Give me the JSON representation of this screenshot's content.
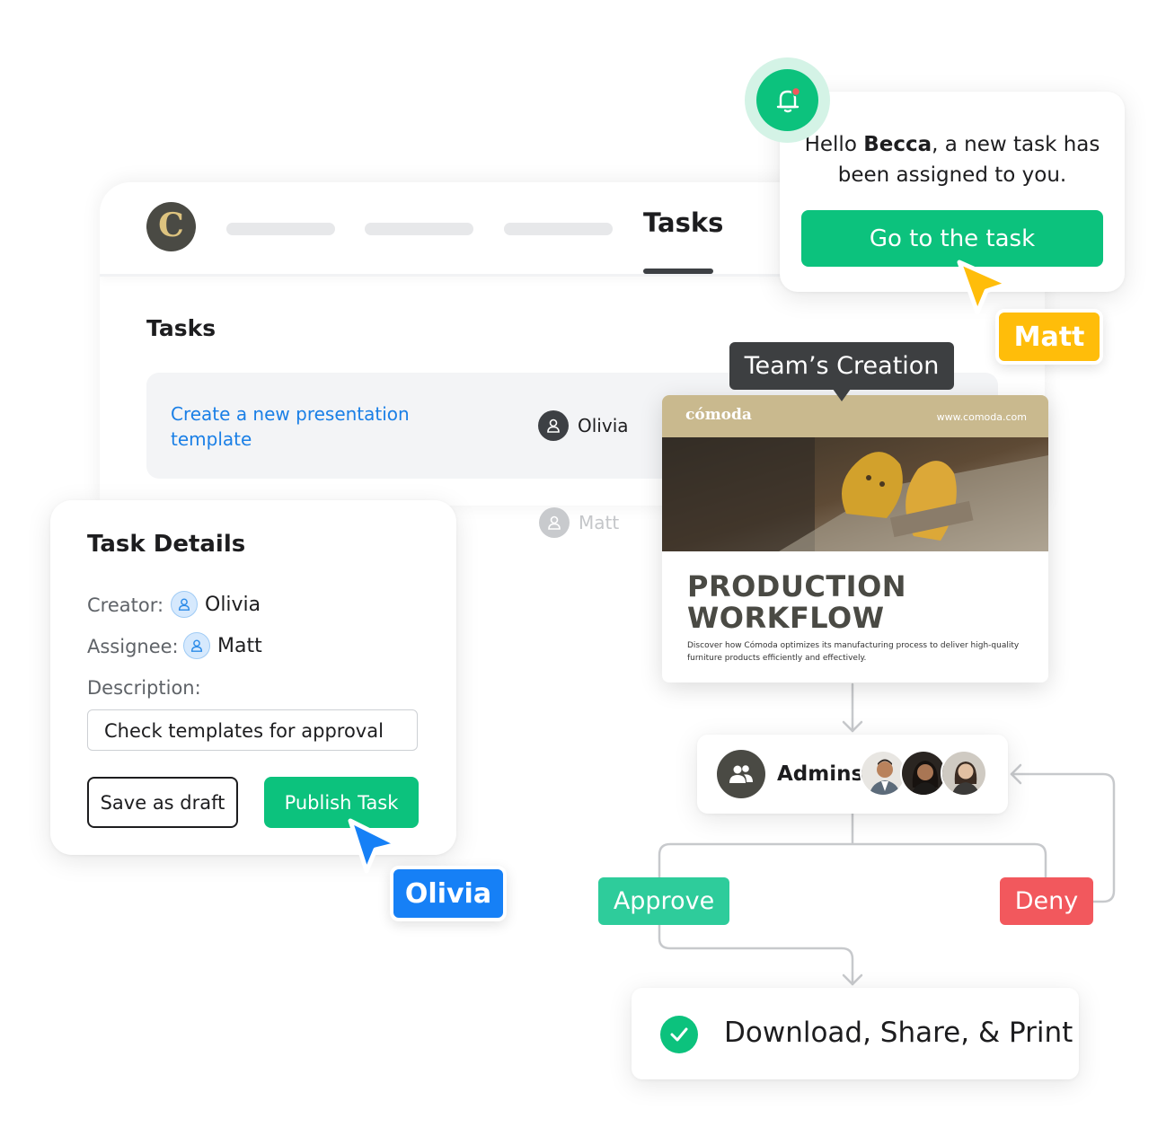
{
  "app": {
    "logo_letter": "C",
    "nav_active_tab": "Tasks",
    "section_title": "Tasks",
    "task_rows": [
      {
        "title": "Create a new presentation template",
        "assignee": "Olivia"
      },
      {
        "title": "",
        "assignee": "Matt"
      }
    ]
  },
  "notification": {
    "greeting_prefix": "Hello ",
    "user_name": "Becca",
    "greeting_suffix": ", a new task has been assigned to you.",
    "button_label": "Go to the task",
    "cursor_user": "Matt",
    "bell_icon": "bell-icon"
  },
  "creation_tooltip": "Team’s Creation",
  "brochure": {
    "logo": "cómoda",
    "url": "www.comoda.com",
    "title_line1": "PRODUCTION",
    "title_line2": "WORKFLOW",
    "description": "Discover how Cómoda optimizes its manufacturing process to deliver high-quality furniture products efficiently and effectively."
  },
  "task_details": {
    "title": "Task Details",
    "creator_label": "Creator:",
    "creator_name": "Olivia",
    "assignee_label": "Assignee:",
    "assignee_name": "Matt",
    "description_label": "Description:",
    "description_value": "Check templates for approval",
    "save_label": "Save as draft",
    "publish_label": "Publish Task",
    "cursor_user": "Olivia"
  },
  "workflow": {
    "admins_label": "Admins",
    "approve_label": "Approve",
    "deny_label": "Deny",
    "final_label": "Download, Share, & Print"
  },
  "colors": {
    "green": "#0cc27d",
    "blue": "#1680f6",
    "yellow": "#ffbd0a",
    "red": "#f2585d",
    "dark": "#3d4044"
  }
}
